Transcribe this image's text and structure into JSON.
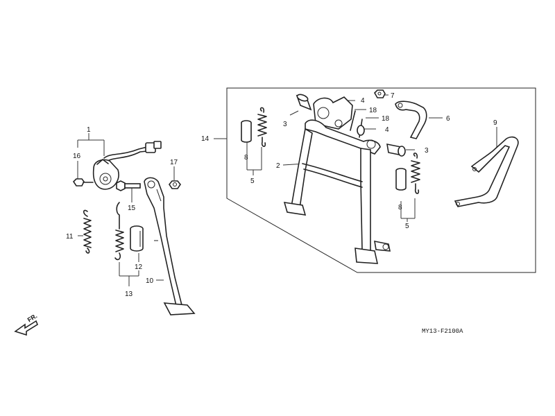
{
  "callouts": {
    "c1": "1",
    "c2": "2",
    "c3a": "3",
    "c3b": "3",
    "c4a": "4",
    "c4b": "4",
    "c5a": "5",
    "c5b": "5",
    "c6": "6",
    "c7": "7",
    "c8a": "8",
    "c8b": "8",
    "c9": "9",
    "c10": "10",
    "c11": "11",
    "c12": "12",
    "c13": "13",
    "c14": "14",
    "c15": "15",
    "c16": "16",
    "c17": "17",
    "c18a": "18",
    "c18b": "18"
  },
  "diagram_code": "MY13-F2100A",
  "front_indicator": "FR."
}
